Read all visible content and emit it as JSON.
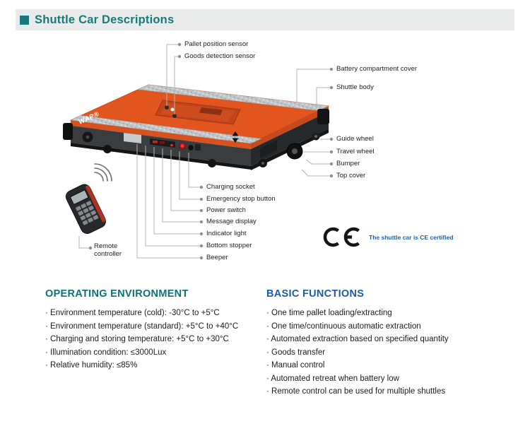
{
  "header": {
    "title": "Shuttle Car Descriptions"
  },
  "device": {
    "logo": "WAP®"
  },
  "callouts": {
    "top": [
      "Pallet position sensor",
      "Goods detection sensor"
    ],
    "right": [
      "Battery compartment cover",
      "Shuttle body",
      "Guide wheel",
      "Travel wheel",
      "Bumper",
      "Top cover"
    ],
    "bottom": [
      "Charging socket",
      "Emergency stop button",
      "Power switch",
      "Message display",
      "Indicator light",
      "Bottom stopper",
      "Beeper"
    ],
    "remote": "Remote controller"
  },
  "ce": {
    "label": "The shuttle car is CE certified"
  },
  "sections": {
    "environment": {
      "title": "OPERATING ENVIRONMENT",
      "items": [
        "· Environment temperature (cold): -30°C to +5°C",
        "· Environment temperature (standard): +5°C to +40°C",
        "· Charging and storing temperature: +5°C to +30°C",
        "· Illumination condition: ≤3000Lux",
        "· Relative humidity: ≤85%"
      ]
    },
    "functions": {
      "title": "BASIC FUNCTIONS",
      "items": [
        "· One time pallet loading/extracting",
        "· One time/continuous automatic extraction",
        "· Automated extraction based on specified quantity",
        "· Goods transfer",
        "· Manual control",
        "· Automated retreat when battery low",
        "· Remote control can be used for multiple shuttles"
      ]
    }
  },
  "colors": {
    "accent_teal": "#177a7c",
    "heading_teal": "#0d7173",
    "heading_blue": "#1f5aa8",
    "shuttle_orange": "#e2551f"
  }
}
